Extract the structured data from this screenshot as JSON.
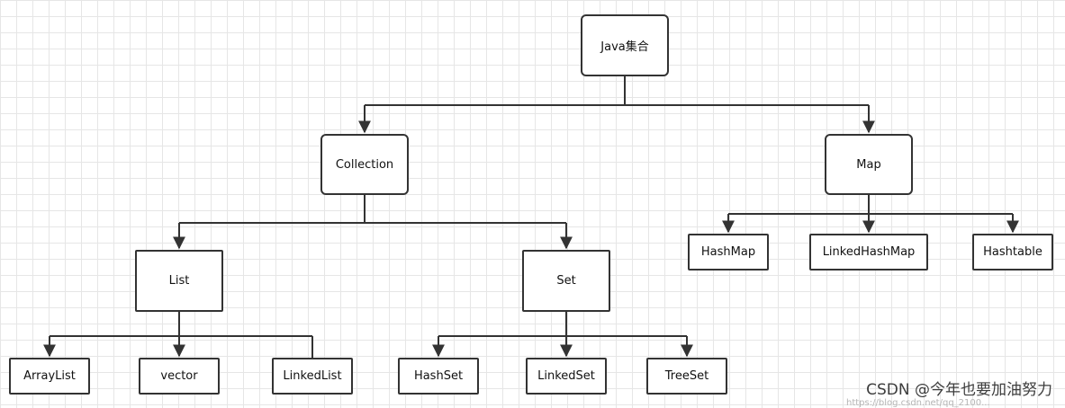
{
  "nodes": {
    "root": "Java集合",
    "collection": "Collection",
    "map": "Map",
    "list": "List",
    "set": "Set",
    "arraylist": "ArrayList",
    "vector": "vector",
    "linkedlist": "LinkedList",
    "hashset": "HashSet",
    "linkedset": "LinkedSet",
    "treeset": "TreeSet",
    "hashmap": "HashMap",
    "linkedhashmap": "LinkedHashMap",
    "hashtable": "Hashtable"
  },
  "watermark": {
    "text": "CSDN @今年也要加油努力",
    "url": "https://blog.csdn.net/qq_2100..."
  },
  "colors": {
    "line": "#333333",
    "node_border": "#333333",
    "grid": "#e6e6e6"
  }
}
